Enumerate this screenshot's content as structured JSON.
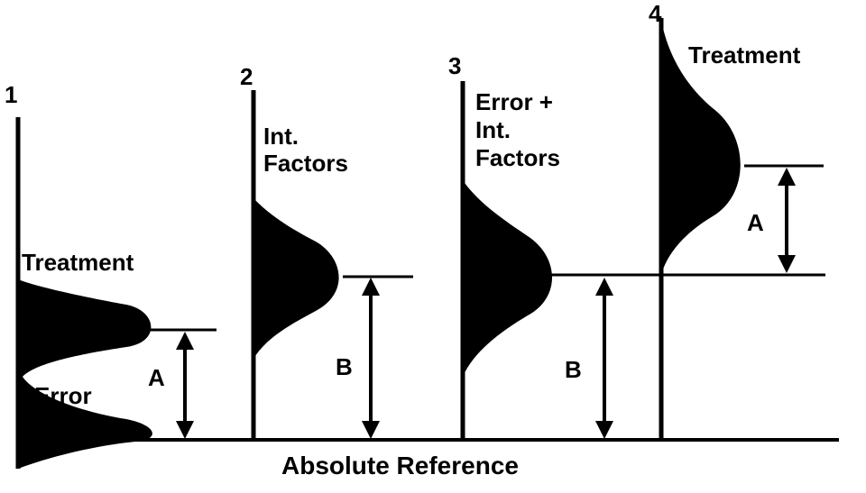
{
  "colors": {
    "ink": "#000000",
    "background": "#ffffff"
  },
  "panels": [
    {
      "number": "1",
      "labels": [
        "Treatment",
        "Error"
      ],
      "arrow_label": "A"
    },
    {
      "number": "2",
      "labels": [
        "Int.",
        "Factors"
      ],
      "arrow_label": "B"
    },
    {
      "number": "3",
      "labels": [
        "Error +",
        "Int.",
        "Factors"
      ],
      "arrow_label": "B"
    },
    {
      "number": "4",
      "labels": [
        "Treatment"
      ],
      "arrow_label": "A"
    }
  ],
  "baseline_label": "Absolute Reference"
}
